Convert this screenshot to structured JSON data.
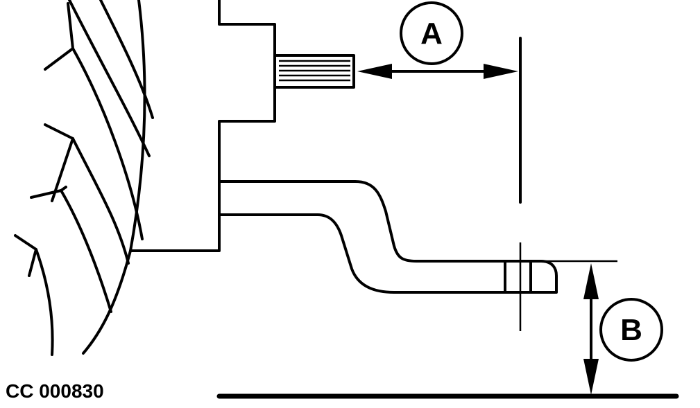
{
  "diagram": {
    "callouts": [
      {
        "id": "A",
        "label": "A"
      },
      {
        "id": "B",
        "label": "B"
      }
    ],
    "figure_code": "CC 000830",
    "colors": {
      "line": "#000000",
      "background": "#ffffff"
    }
  }
}
